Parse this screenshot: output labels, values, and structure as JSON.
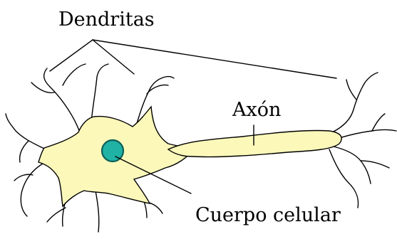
{
  "diagram": {
    "labels": {
      "dendrites": "Dendritas",
      "axon": "Axón",
      "cell_body": "Cuerpo celular"
    },
    "colors": {
      "body_fill": "#fbf8ba",
      "nucleus_fill": "#20b2a4",
      "stroke": "#000000"
    }
  }
}
